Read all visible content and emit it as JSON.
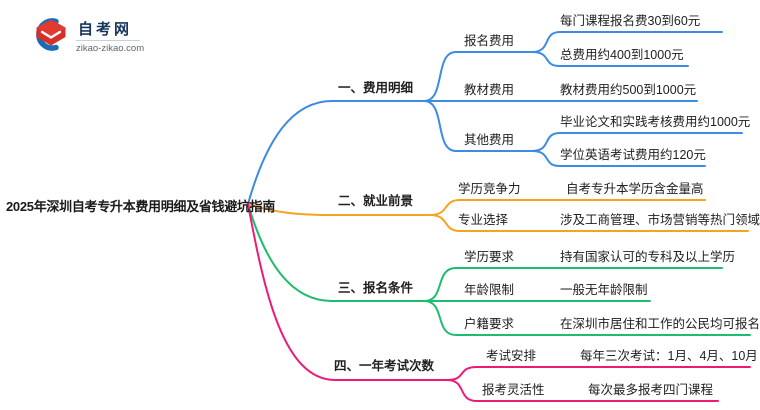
{
  "logo": {
    "name": "自考网",
    "domain": "zikao-zikao.com"
  },
  "title": "2025年深圳自考专升本费用明细及省钱避坑指南",
  "colors": {
    "branch1": "#3b8ce2",
    "branch2": "#f5a51d",
    "branch3": "#1cbd6e",
    "branch4": "#ee1a78",
    "logo_blue": "#1b6cb3",
    "logo_red": "#e33a30",
    "text": "#212121"
  },
  "mindmap": {
    "branches": [
      {
        "label": "一、费用明细",
        "children": [
          {
            "label": "报名费用",
            "leaves": [
              "每门课程报名费30到60元",
              "总费用约400到1000元"
            ]
          },
          {
            "label": "教材费用",
            "leaves": [
              "教材费用约500到1000元"
            ]
          },
          {
            "label": "其他费用",
            "leaves": [
              "毕业论文和实践考核费用约1000元",
              "学位英语考试费用约120元"
            ]
          }
        ]
      },
      {
        "label": "二、就业前景",
        "children": [
          {
            "label": "学历竞争力",
            "leaves": [
              "自考专升本学历含金量高"
            ]
          },
          {
            "label": "专业选择",
            "leaves": [
              "涉及工商管理、市场营销等热门领域"
            ]
          }
        ]
      },
      {
        "label": "三、报名条件",
        "children": [
          {
            "label": "学历要求",
            "leaves": [
              "持有国家认可的专科及以上学历"
            ]
          },
          {
            "label": "年龄限制",
            "leaves": [
              "一般无年龄限制"
            ]
          },
          {
            "label": "户籍要求",
            "leaves": [
              "在深圳市居住和工作的公民均可报名"
            ]
          }
        ]
      },
      {
        "label": "四、一年考试次数",
        "children": [
          {
            "label": "考试安排",
            "leaves": [
              "每年三次考试：1月、4月、10月"
            ]
          },
          {
            "label": "报考灵活性",
            "leaves": [
              "每次最多报考四门课程"
            ]
          }
        ]
      }
    ]
  }
}
